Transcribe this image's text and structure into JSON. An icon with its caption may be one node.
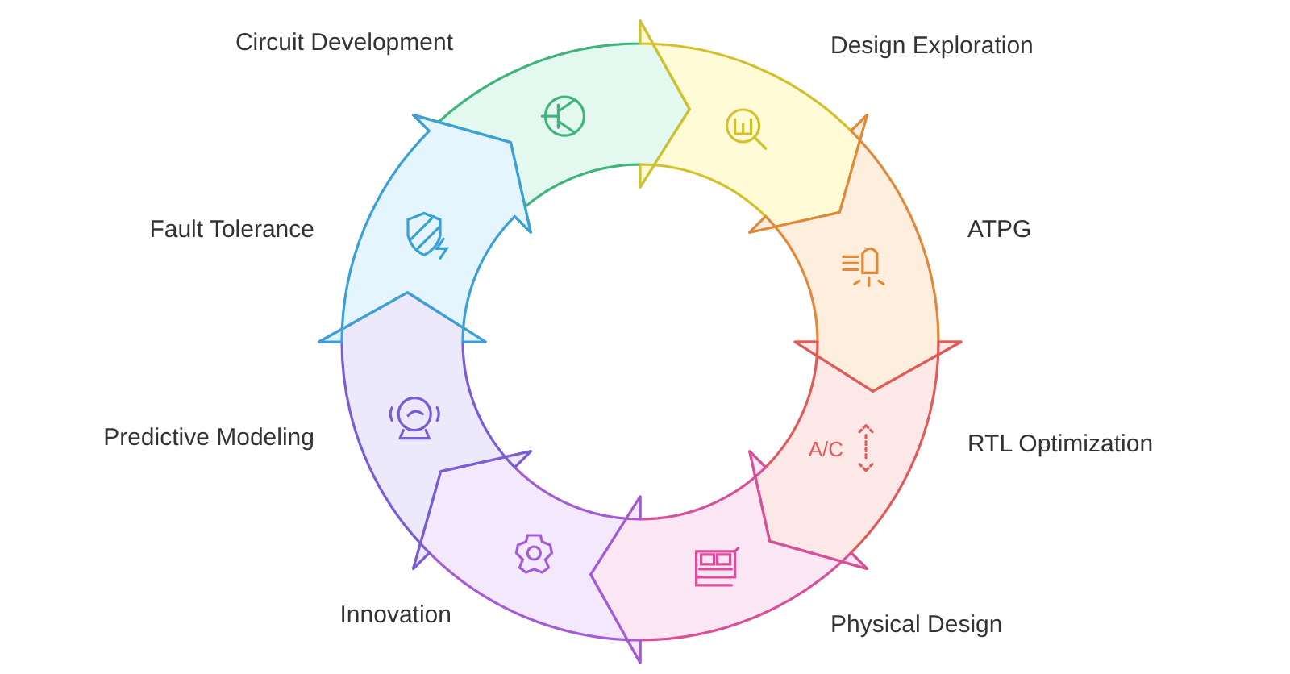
{
  "diagram": {
    "nodes": [
      {
        "text": [
          "Circuit Development"
        ]
      },
      {
        "text": [
          "Design Exploration"
        ]
      },
      {
        "text": [
          "ATPG"
        ]
      },
      {
        "text": [
          "A/C",
          "RTL Optimization"
        ]
      },
      {
        "text": [
          "Physical Design"
        ]
      },
      {
        "text": [
          "Innovation"
        ]
      },
      {
        "text": [
          "Predictive Modeling"
        ]
      },
      {
        "text": [
          "Fault Tolerance"
        ]
      }
    ]
  }
}
